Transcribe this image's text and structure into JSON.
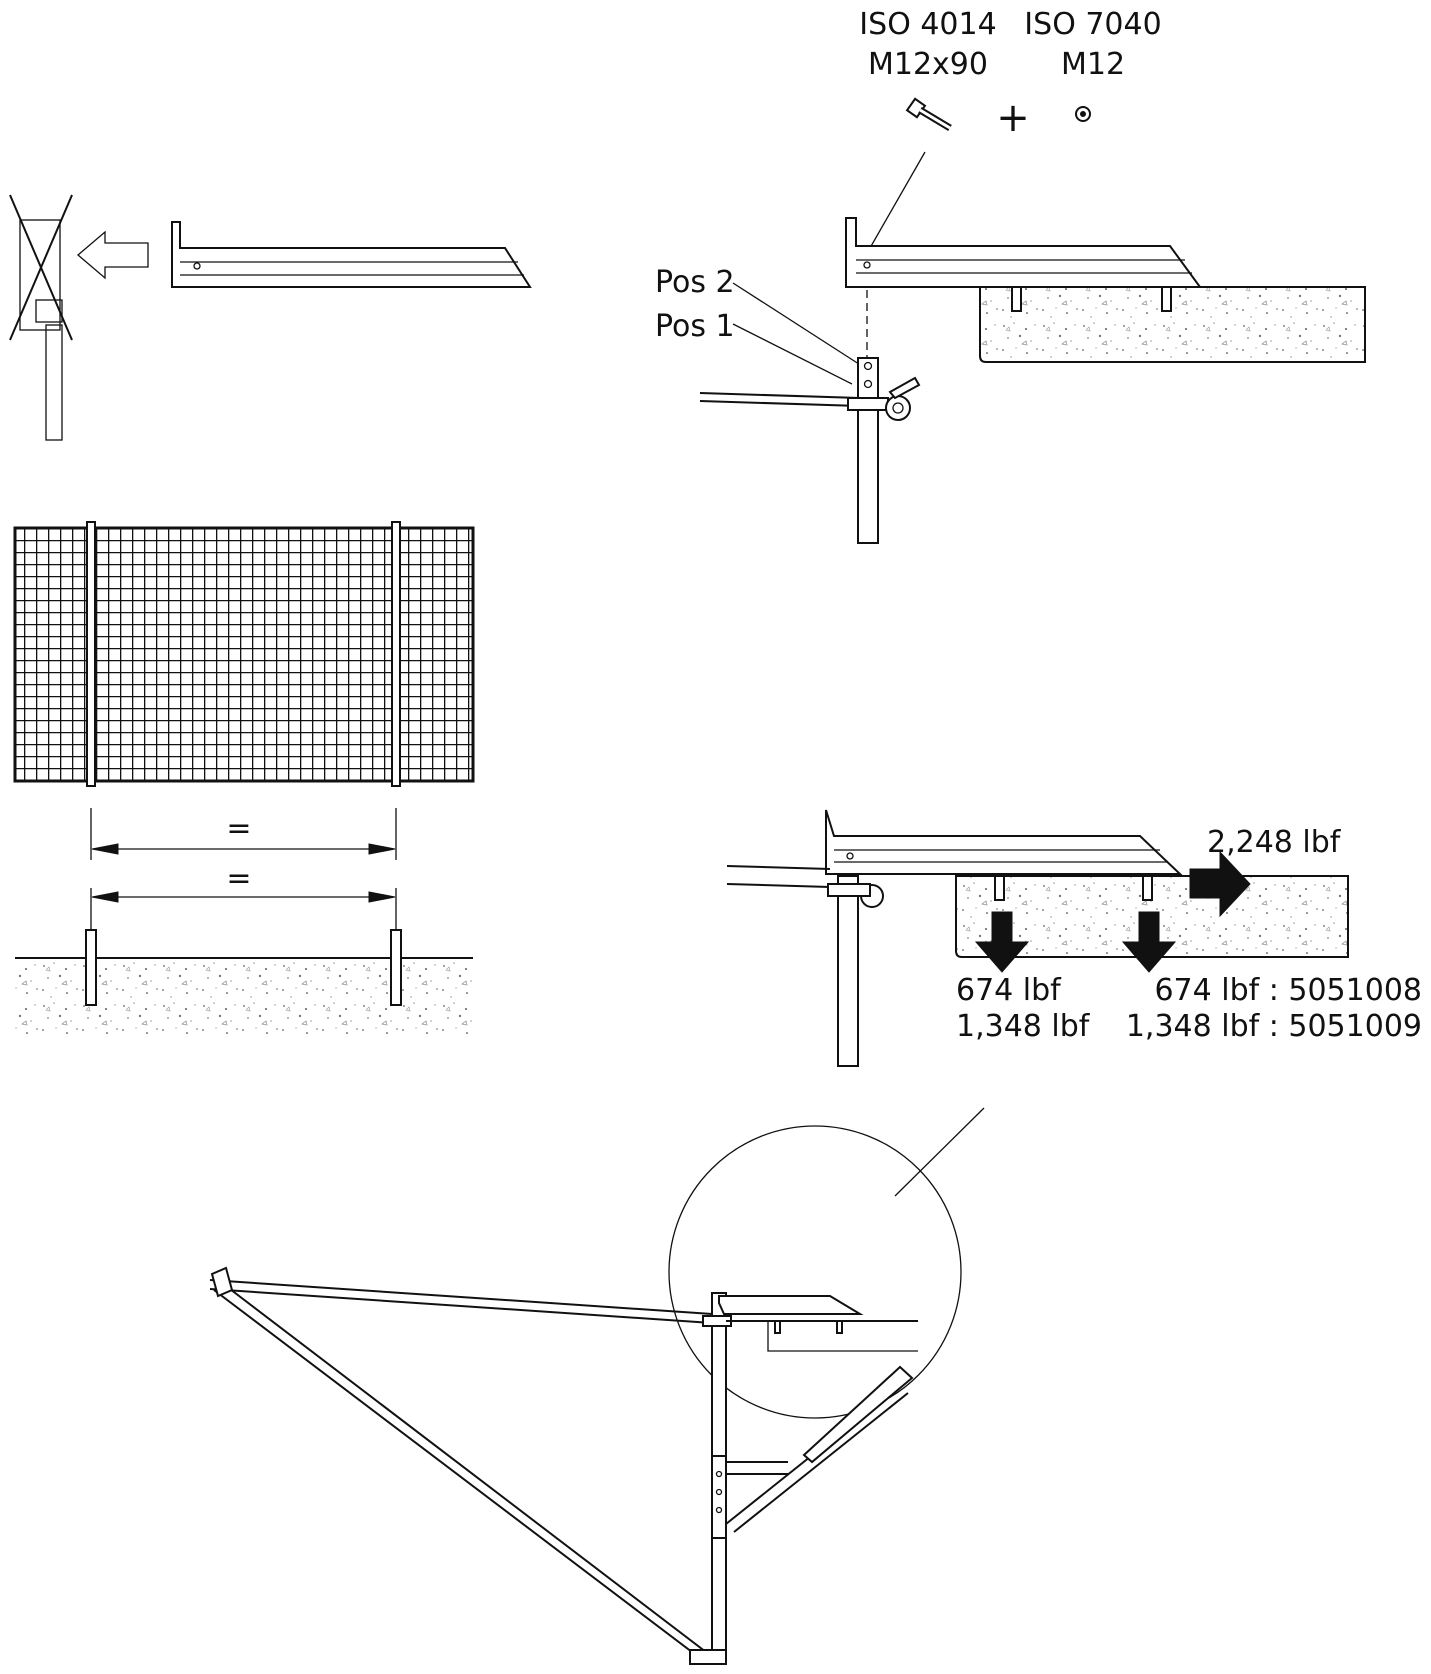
{
  "hardware": {
    "bolt_standard": "ISO 4014",
    "bolt_size": "M12x90",
    "nut_standard": "ISO 7040",
    "nut_size": "M12",
    "plus": "+"
  },
  "positions": {
    "pos2": "Pos 2",
    "pos1": "Pos 1"
  },
  "spacing": {
    "equal_top": "=",
    "equal_bottom": "="
  },
  "loads": {
    "horizontal": "2,248 lbf",
    "left_line1": "674 lbf",
    "left_line2": "1,348 lbf",
    "right_line1": "674 lbf : 5051008",
    "right_line2": "1,348 lbf : 5051009"
  },
  "colors": {
    "line": "#111111",
    "background": "#ffffff",
    "concrete": "#bdbdbd"
  }
}
